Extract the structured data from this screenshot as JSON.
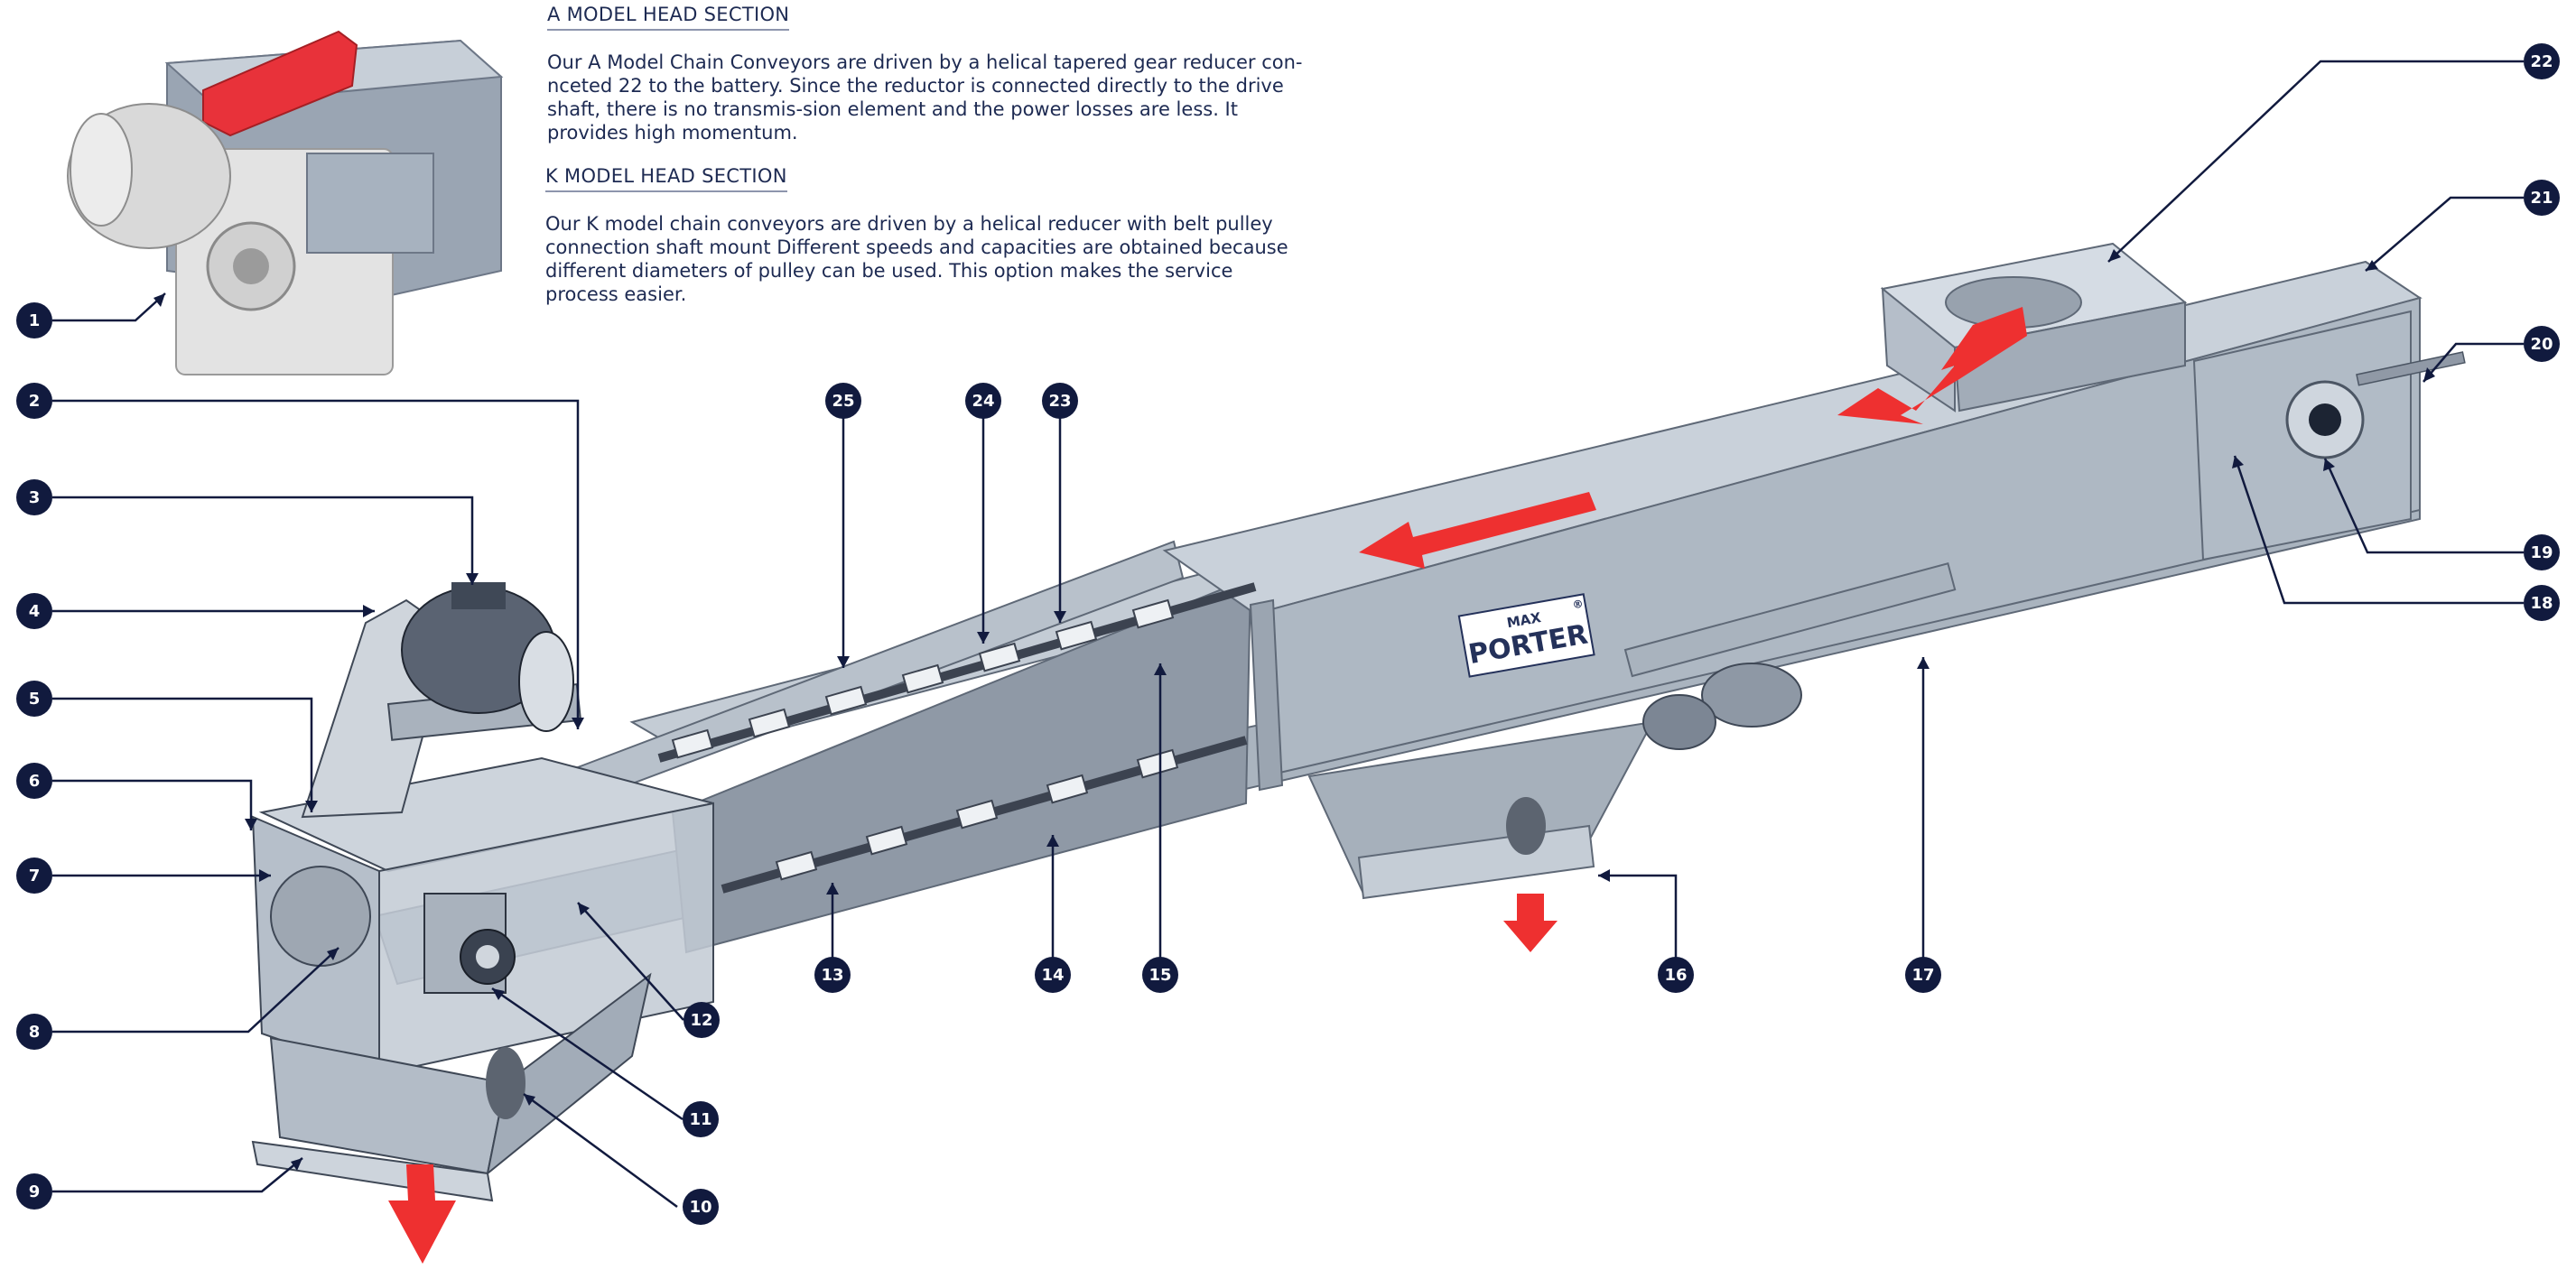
{
  "sections": [
    {
      "title": "A MODEL HEAD SECTION",
      "body": "Our A Model Chain Conveyors are driven by a helical tapered gear reducer con-nceted 22 to the battery. Since the reductor is connected directly to the drive shaft, there is no transmis-sion element and the power losses are less. It provides high momentum."
    },
    {
      "title": "K MODEL HEAD SECTION",
      "body": "Our K model chain conveyors are driven by a helical reducer with belt pulley connection shaft mount Different speeds and capacities are obtained because different diameters of pulley can be used. This option makes the service process easier."
    }
  ],
  "brand": {
    "top": "MAX",
    "bottom": "PORTER",
    "mark": "®"
  },
  "callouts": [
    "1",
    "2",
    "3",
    "4",
    "5",
    "6",
    "7",
    "8",
    "9",
    "10",
    "11",
    "12",
    "13",
    "14",
    "15",
    "16",
    "17",
    "18",
    "19",
    "20",
    "21",
    "22",
    "23",
    "24",
    "25"
  ],
  "colors": {
    "badge": "#111a3e",
    "leader": "#111a3e",
    "steel": "#b7c0ca",
    "steel_dark": "#8e98a4",
    "arrow": "#ee3030",
    "text": "#1d2a52"
  }
}
